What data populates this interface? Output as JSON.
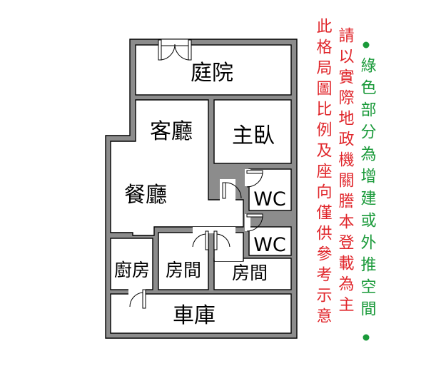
{
  "rooms": {
    "courtyard": "庭院",
    "living_room": "客廳",
    "master_bedroom": "主臥",
    "dining_room": "餐廳",
    "wc_upper": "WC",
    "wc_lower": "WC",
    "kitchen": "廚房",
    "bedroom_left": "房間",
    "bedroom_right": "房間",
    "garage": "車庫"
  },
  "notes": {
    "green_note": "綠色部分為增建或外推空間",
    "red_note_col1": "請以實際地政機關謄本登載為主",
    "red_note_col2": "此格局圖比例及座向僅供參考示意"
  },
  "colors": {
    "wall": "#8c8c8c",
    "green_note": "#1a9a3a",
    "red_note": "#e0262b"
  }
}
